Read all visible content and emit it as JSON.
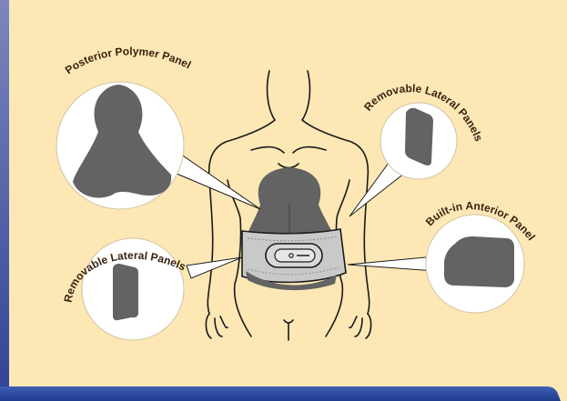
{
  "labels": {
    "posterior_panel": "Posterior Polymer Panel",
    "lateral_panels_right": "Removable Lateral Panels",
    "anterior_panel": "Built-in Anterior Panel",
    "lateral_panels_left": "Removable Lateral Panels"
  },
  "colors": {
    "background": "#fde7b5",
    "left_bar": "#4a5a96",
    "bottom_bar": "#2d4a9a",
    "panel_gray": "#636363",
    "belt_gray": "#c9c9c9",
    "outline": "#1a1a1a",
    "callout_fill": "#ffffff"
  },
  "icons": [
    "human-torso-figure",
    "back-brace-belt",
    "posterior-panel-shape",
    "lateral-panel-shape",
    "anterior-panel-shape"
  ]
}
